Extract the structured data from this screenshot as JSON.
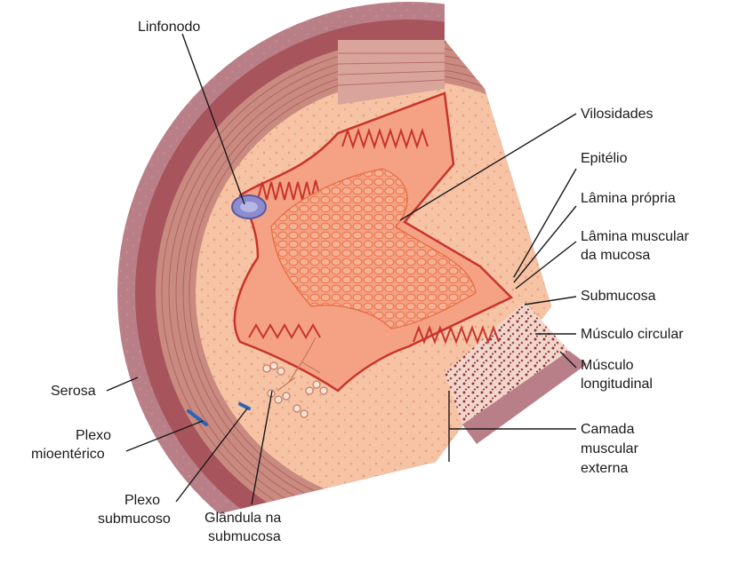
{
  "labels": {
    "linfonodo": "Linfonodo",
    "vilosidades": "Vilosidades",
    "epitelio": "Epitélio",
    "lamina_propria": "Lâmina própria",
    "lamina_muscular_1": "Lâmina muscular",
    "lamina_muscular_2": "da mucosa",
    "submucosa": "Submucosa",
    "musculo_circular": "Músculo circular",
    "musculo_longitudinal_1": "Músculo",
    "musculo_longitudinal_2": "longitudinal",
    "camada_1": "Camada",
    "camada_2": "muscular",
    "camada_3": "externa",
    "serosa": "Serosa",
    "plexo_mio_1": "Plexo",
    "plexo_mio_2": "mioentérico",
    "plexo_sub_1": "Plexo",
    "plexo_sub_2": "submucoso",
    "glandula_1": "Glândula na",
    "glandula_2": "submucosa"
  },
  "colors": {
    "serosa": "#b97f88",
    "muscle_outer": "#a8545c",
    "muscle_circular": "#c98a80",
    "submucosa": "#f6c3a4",
    "mucosa_surface": "#e8683f",
    "villi": "#c8342c",
    "lymph_node": "#8c8ccf",
    "plexus": "#2b64b8"
  }
}
